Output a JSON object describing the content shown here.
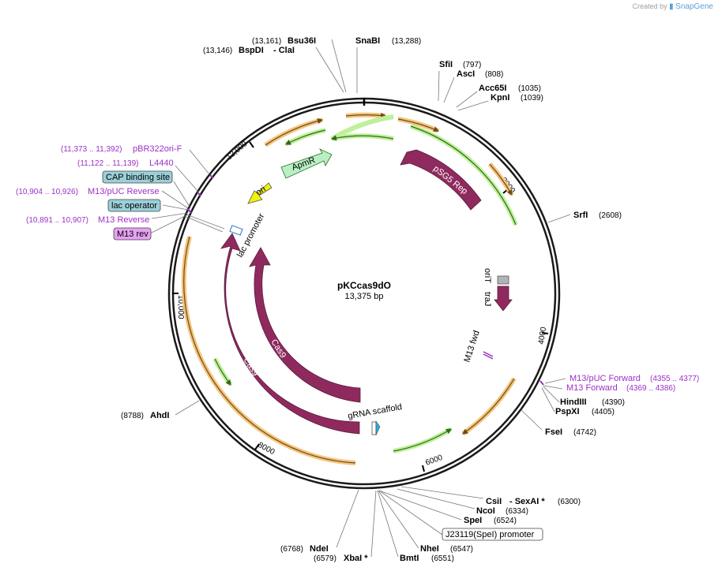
{
  "plasmid": {
    "name": "pKCcas9dO",
    "length": "13,375 bp"
  },
  "watermark": {
    "created_by": "Created by",
    "brand": "SnapGene"
  },
  "ticks": [
    "2000",
    "4000",
    "6000",
    "8000",
    "10,000",
    "12,000"
  ],
  "features": {
    "pSG5_Rep": "pSG5 Rep",
    "ApmR": "ApmR",
    "ori": "ori",
    "lac_promoter": "lac promoter",
    "Cas9_inner": "Cas9",
    "Cas9_outer": "Cas9",
    "oriT": "oriT",
    "traJ": "traJ",
    "M13_fwd": "M13 fwd",
    "gRNA_scaffold": "gRNA scaffold"
  },
  "enzymes": {
    "Bsu36I": {
      "name": "Bsu36I",
      "pos": "(13,161)"
    },
    "BspDI": {
      "name": "BspDI",
      "pos": "(13,146)",
      "extra": "- ClaI"
    },
    "SnaBI": {
      "name": "SnaBI",
      "pos": "(13,288)"
    },
    "SfiI": {
      "name": "SfiI",
      "pos": "(797)"
    },
    "AscI": {
      "name": "AscI",
      "pos": "(808)"
    },
    "Acc65I": {
      "name": "Acc65I",
      "pos": "(1035)"
    },
    "KpnI": {
      "name": "KpnI",
      "pos": "(1039)"
    },
    "SrfI": {
      "name": "SrfI",
      "pos": "(2608)"
    },
    "HindIII": {
      "name": "HindIII",
      "pos": "(4390)"
    },
    "PspXI": {
      "name": "PspXI",
      "pos": "(4405)"
    },
    "FseI": {
      "name": "FseI",
      "pos": "(4742)"
    },
    "CsiI": {
      "name": "CsiI",
      "extra": "- SexAI *",
      "pos": "(6300)"
    },
    "NcoI": {
      "name": "NcoI",
      "pos": "(6334)"
    },
    "SpeI": {
      "name": "SpeI",
      "pos": "(6524)"
    },
    "NheI": {
      "name": "NheI",
      "pos": "(6547)"
    },
    "BmtI": {
      "name": "BmtI",
      "pos": "(6551)"
    },
    "XbaI": {
      "name": "XbaI *",
      "pos": "(6579)"
    },
    "NdeI": {
      "name": "NdeI",
      "pos": "(6768)"
    },
    "AhdI": {
      "name": "AhdI",
      "pos": "(8788)"
    }
  },
  "primers": {
    "pBR322ori_F": {
      "name": "pBR322ori-F",
      "pos": "(11,373 .. 11,392)"
    },
    "L4440": {
      "name": "L4440",
      "pos": "(11,122 .. 11,139)"
    },
    "M13_pUC_Reverse": {
      "name": "M13/pUC Reverse",
      "pos": "(10,904 .. 10,926)"
    },
    "M13_Reverse": {
      "name": "M13 Reverse",
      "pos": "(10,891 .. 10,907)"
    },
    "M13_pUC_Forward": {
      "name": "M13/pUC Forward",
      "pos": "(4355 .. 4377)"
    },
    "M13_Forward": {
      "name": "M13 Forward",
      "pos": "(4369 .. 4386)"
    }
  },
  "boxes": {
    "CAP_binding_site": "CAP binding site",
    "lac_operator": "lac operator",
    "M13_rev": "M13 rev",
    "J23119": "J23119(SpeI) promoter"
  },
  "colors": {
    "backbone": "#1a1a1a",
    "cds": "#8f2a5e",
    "ori": "#f2f20a",
    "ApmR": "#b8f0c4",
    "orf_orange": "#f5a742",
    "orf_green": "#77c93f",
    "primer": "#9b30c8",
    "box_blue": "#9bd0d9",
    "box_pink": "#e6a2f2"
  }
}
